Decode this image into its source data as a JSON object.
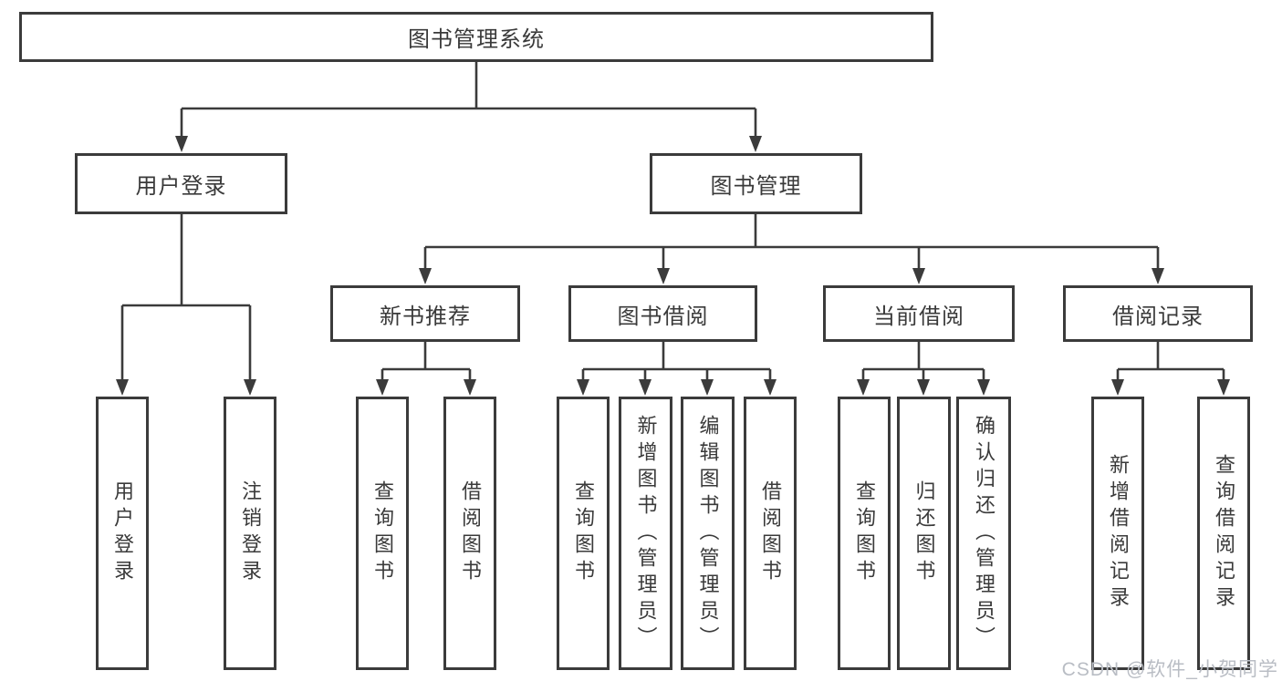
{
  "diagram": {
    "root": {
      "label": "图书管理系统"
    },
    "branches": {
      "user_login": {
        "label": "用户登录",
        "children": {
          "login": {
            "label": "用户登录"
          },
          "logout": {
            "label": "注销登录"
          }
        }
      },
      "book_management": {
        "label": "图书管理",
        "children": {
          "new_book_recommend": {
            "label": "新书推荐",
            "children": {
              "query_books": {
                "label": "查询图书"
              },
              "borrow_books": {
                "label": "借阅图书"
              }
            }
          },
          "book_borrowing": {
            "label": "图书借阅",
            "children": {
              "query_books": {
                "label": "查询图书"
              },
              "add_books_admin": {
                "label": "新增图书（管理员）"
              },
              "edit_books_admin": {
                "label": "编辑图书（管理员）"
              },
              "borrow_books": {
                "label": "借阅图书"
              }
            }
          },
          "current_borrowing": {
            "label": "当前借阅",
            "children": {
              "query_books": {
                "label": "查询图书"
              },
              "return_books": {
                "label": "归还图书"
              },
              "confirm_return_admin": {
                "label": "确认归还（管理员）"
              }
            }
          },
          "borrowing_records": {
            "label": "借阅记录",
            "children": {
              "add_record": {
                "label": "新增借阅记录"
              },
              "query_record": {
                "label": "查询借阅记录"
              }
            }
          }
        }
      }
    }
  },
  "watermark": {
    "text": "CSDN @软件_小贺同学"
  },
  "colors": {
    "line": "#3b3b3b",
    "text": "#3a3a3a",
    "watermark": "#b9bdc4",
    "background": "#ffffff"
  }
}
